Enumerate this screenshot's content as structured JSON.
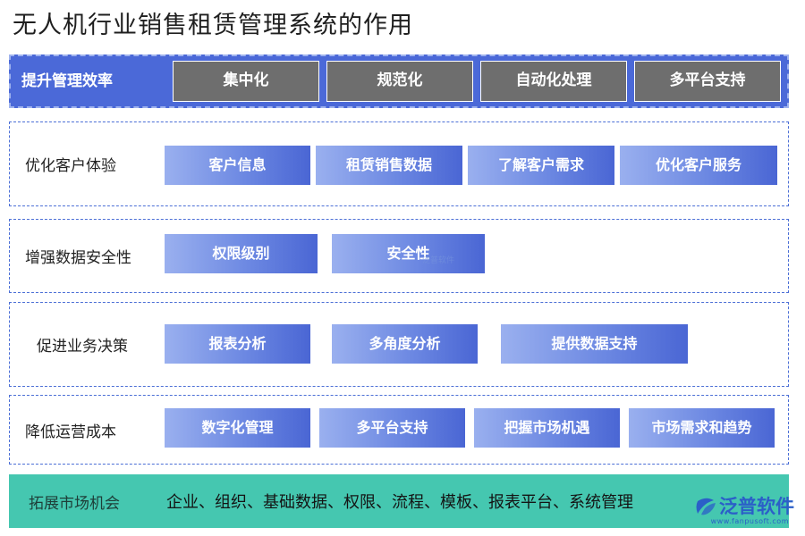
{
  "title": "无人机行业销售租赁管理系统的作用",
  "rows": [
    {
      "label": "提升管理效率",
      "items": [
        "集中化",
        "规范化",
        "自动化处理",
        "多平台支持"
      ]
    },
    {
      "label": "优化客户体验",
      "items": [
        "客户信息",
        "租赁销售数据",
        "了解客户需求",
        "优化客户服务"
      ]
    },
    {
      "label": "增强数据安全性",
      "items": [
        "权限级别",
        "安全性"
      ]
    },
    {
      "label": "促进业务决策",
      "items": [
        "报表分析",
        "多角度分析",
        "提供数据支持"
      ]
    },
    {
      "label": "降低运营成本",
      "items": [
        "数字化管理",
        "多平台支持",
        "把握市场机遇",
        "市场需求和趋势"
      ]
    },
    {
      "label": "拓展市场机会",
      "content": "企业、组织、基础数据、权限、流程、模板、报表平台、系统管理"
    }
  ],
  "watermark": "泛普软件",
  "logo": {
    "name": "泛普软件",
    "url": "www.fanpusoft.com"
  },
  "colors": {
    "row1_bg": "#4b69d8",
    "gray_box": "#6e6e6e",
    "blue_box_start": "#9ab0ef",
    "blue_box_end": "#4a66d4",
    "dash_border": "#4c6fd6",
    "last_row_bg": "#45c7b0",
    "logo": "#2b5fc8"
  }
}
